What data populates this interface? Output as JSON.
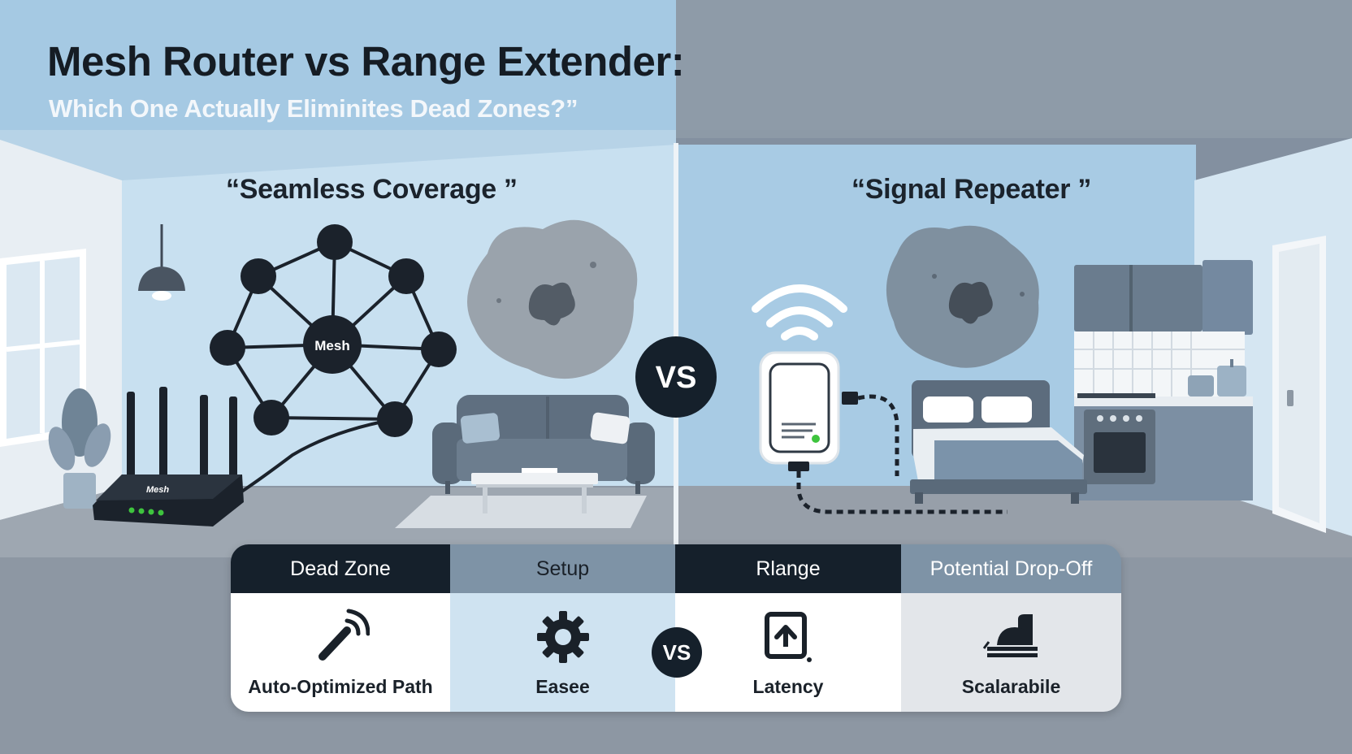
{
  "header": {
    "title": "Mesh Router vs Range Extender:",
    "subtitle": "Which One Actually Eliminites Dead Zones?”"
  },
  "left_panel": {
    "label": "“Seamless Coverage ”",
    "mesh_node_label": "Mesh",
    "router_label": "Mesh"
  },
  "right_panel": {
    "label": "“Signal Repeater ”"
  },
  "vs_badge": "VS",
  "comparison": {
    "vs_badge": "VS",
    "columns": [
      {
        "header": "Dead Zone",
        "value": "Auto-Optimized Path",
        "icon": "wireless-wand-icon"
      },
      {
        "header": "Setup",
        "value": "Easee",
        "icon": "gear-icon"
      },
      {
        "header": "Rlange",
        "value": "Latency",
        "icon": "signal-box-icon"
      },
      {
        "header": "Potential Drop-Off",
        "value": "Scalarabile",
        "icon": "lock-stack-icon"
      }
    ]
  },
  "colors": {
    "dark_navy": "#15202b",
    "slate_blue": "#7e93a6",
    "light_blue": "#cfe3f1",
    "light_gray": "#e3e6ea",
    "sky": "#a9cde6",
    "gray_room": "#8a97a5",
    "led_green": "#3ec43e"
  }
}
